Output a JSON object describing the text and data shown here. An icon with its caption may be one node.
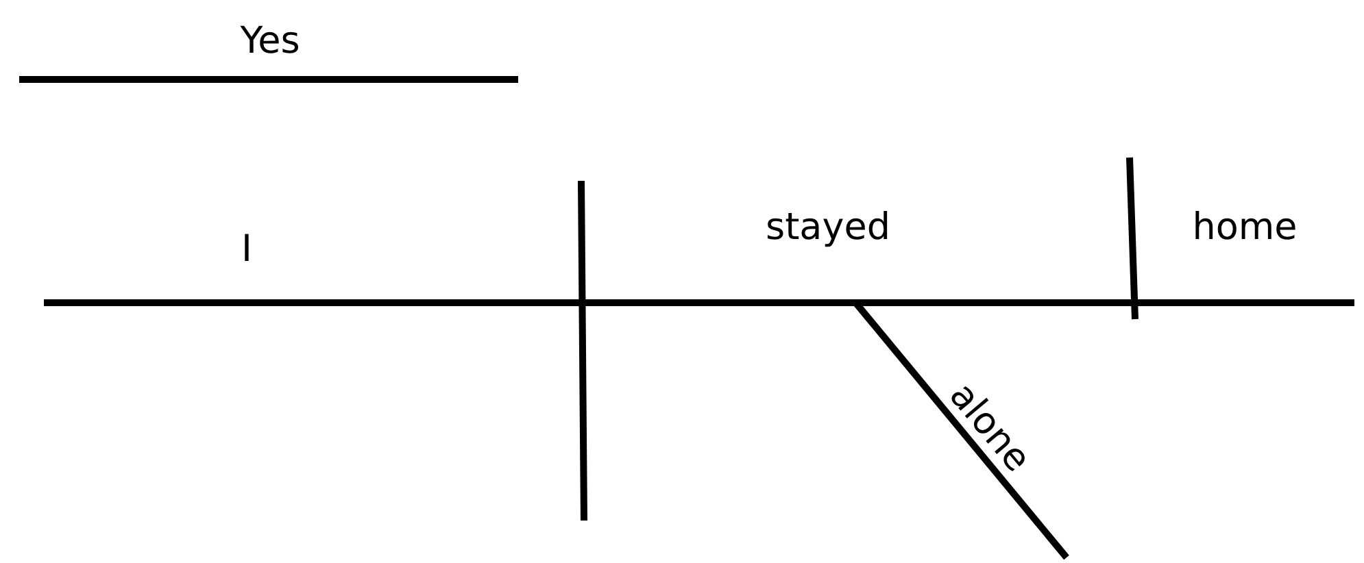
{
  "diagram": {
    "labels": [
      "Yes",
      "I",
      "stayed",
      "home",
      "alone"
    ]
  }
}
